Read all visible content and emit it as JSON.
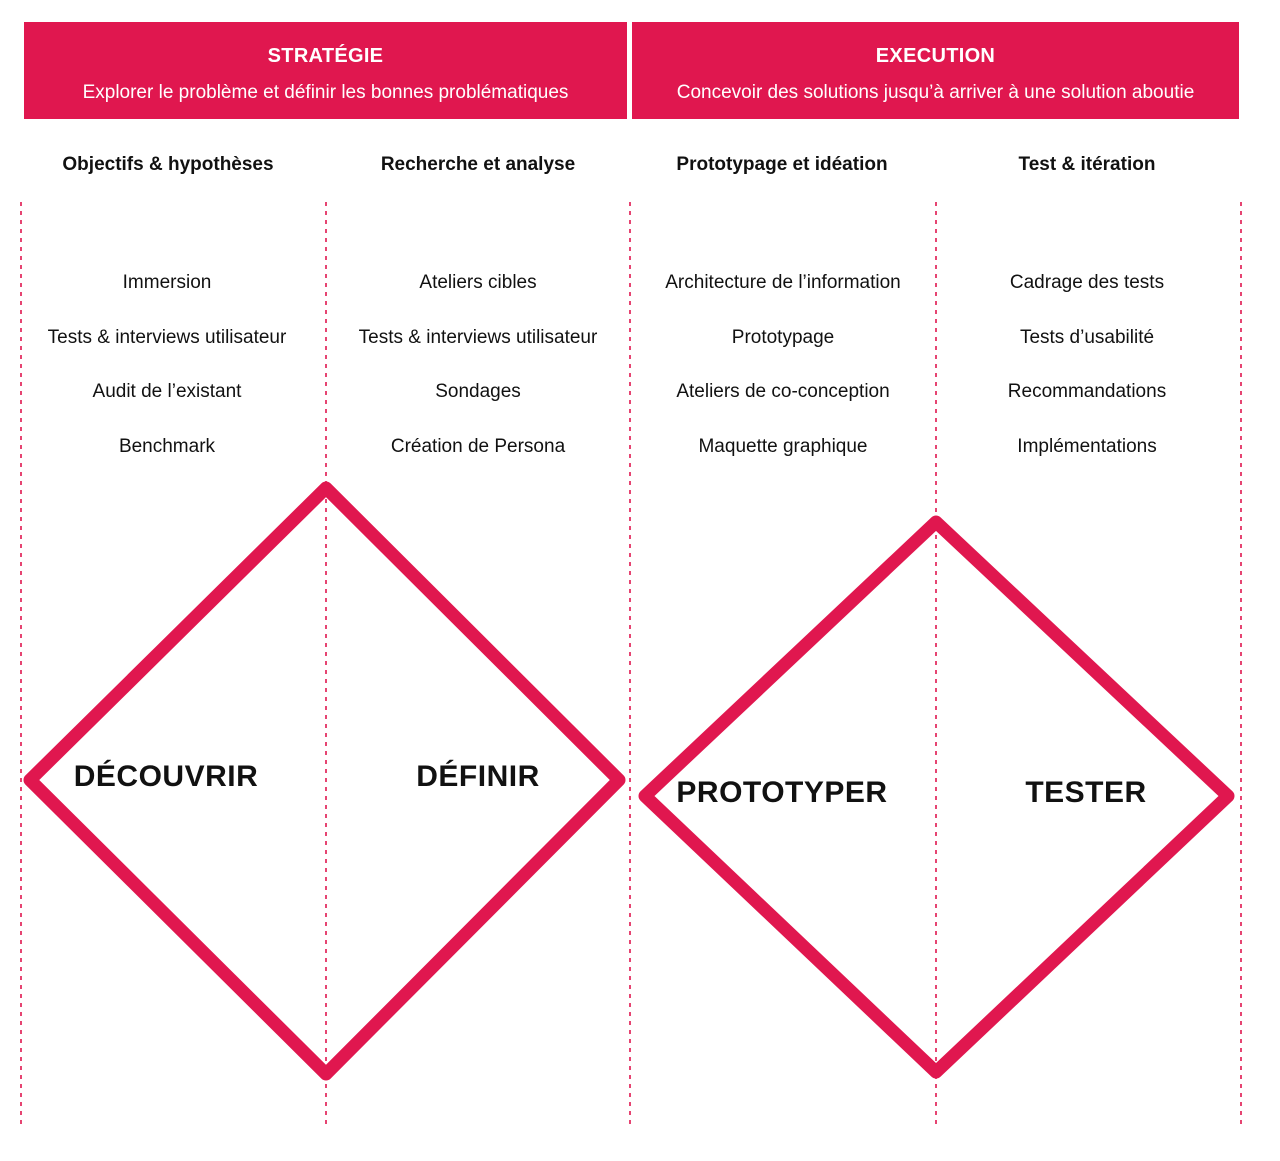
{
  "colors": {
    "accent": "#e0174f",
    "text": "#111111",
    "banner_text": "#ffffff"
  },
  "banners": [
    {
      "title": "STRATÉGIE",
      "subtitle": "Explorer le problème et définir les bonnes problématiques"
    },
    {
      "title": "EXECUTION",
      "subtitle": "Concevoir des solutions jusqu’à arriver à une solution aboutie"
    }
  ],
  "columns": [
    {
      "heading": "Objectifs & hypothèses",
      "items": [
        "Immersion",
        "Tests & interviews utilisateur",
        "Audit de l’existant",
        "Benchmark"
      ]
    },
    {
      "heading": "Recherche et analyse",
      "items": [
        "Ateliers cibles",
        "Tests & interviews utilisateur",
        "Sondages",
        "Création de Persona"
      ]
    },
    {
      "heading": "Prototypage et idéation",
      "items": [
        "Architecture de l’information",
        "Prototypage",
        "Ateliers de co-conception",
        "Maquette graphique"
      ]
    },
    {
      "heading": "Test & itération",
      "items": [
        "Cadrage des tests",
        "Tests d’usabilité",
        "Recommandations",
        "Implémentations"
      ]
    }
  ],
  "phases": [
    "DÉCOUVRIR",
    "DÉFINIR",
    "PROTOTYPER",
    "TESTER"
  ]
}
